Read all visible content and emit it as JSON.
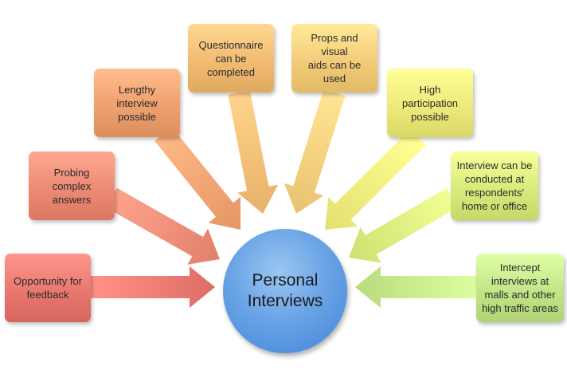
{
  "center": {
    "line1": "Personal",
    "line2": "Interviews",
    "color": "#5b9be0"
  },
  "boxes": [
    {
      "id": "opportunity-for-feedback",
      "lines": [
        "Opportunity for",
        "feedback"
      ],
      "color": "#e8786f"
    },
    {
      "id": "probing-complex-answers",
      "lines": [
        "Probing complex",
        "answers"
      ],
      "color": "#ec8a74"
    },
    {
      "id": "lengthy-interview-possible",
      "lines": [
        "Lengthy",
        "interview",
        "possible"
      ],
      "color": "#eea06e"
    },
    {
      "id": "questionnaire-can-be-completed",
      "lines": [
        "Questionnaire",
        "can be",
        "completed"
      ],
      "color": "#f1bb72"
    },
    {
      "id": "props-and-visual-aids",
      "lines": [
        "Props and visual",
        "aids can be used"
      ],
      "color": "#f3cc7a"
    },
    {
      "id": "high-participation-possible",
      "lines": [
        "High",
        "participation",
        "possible"
      ],
      "color": "#eeea7a"
    },
    {
      "id": "interview-at-home-or-office",
      "lines": [
        "Interview can be",
        "conducted at",
        "respondents'",
        "home or office"
      ],
      "color": "#d9ea7c"
    },
    {
      "id": "intercept-interviews-at-malls",
      "lines": [
        "Intercept",
        "interviews at",
        "malls and other",
        "high traffic areas"
      ],
      "color": "#c3e588"
    }
  ]
}
